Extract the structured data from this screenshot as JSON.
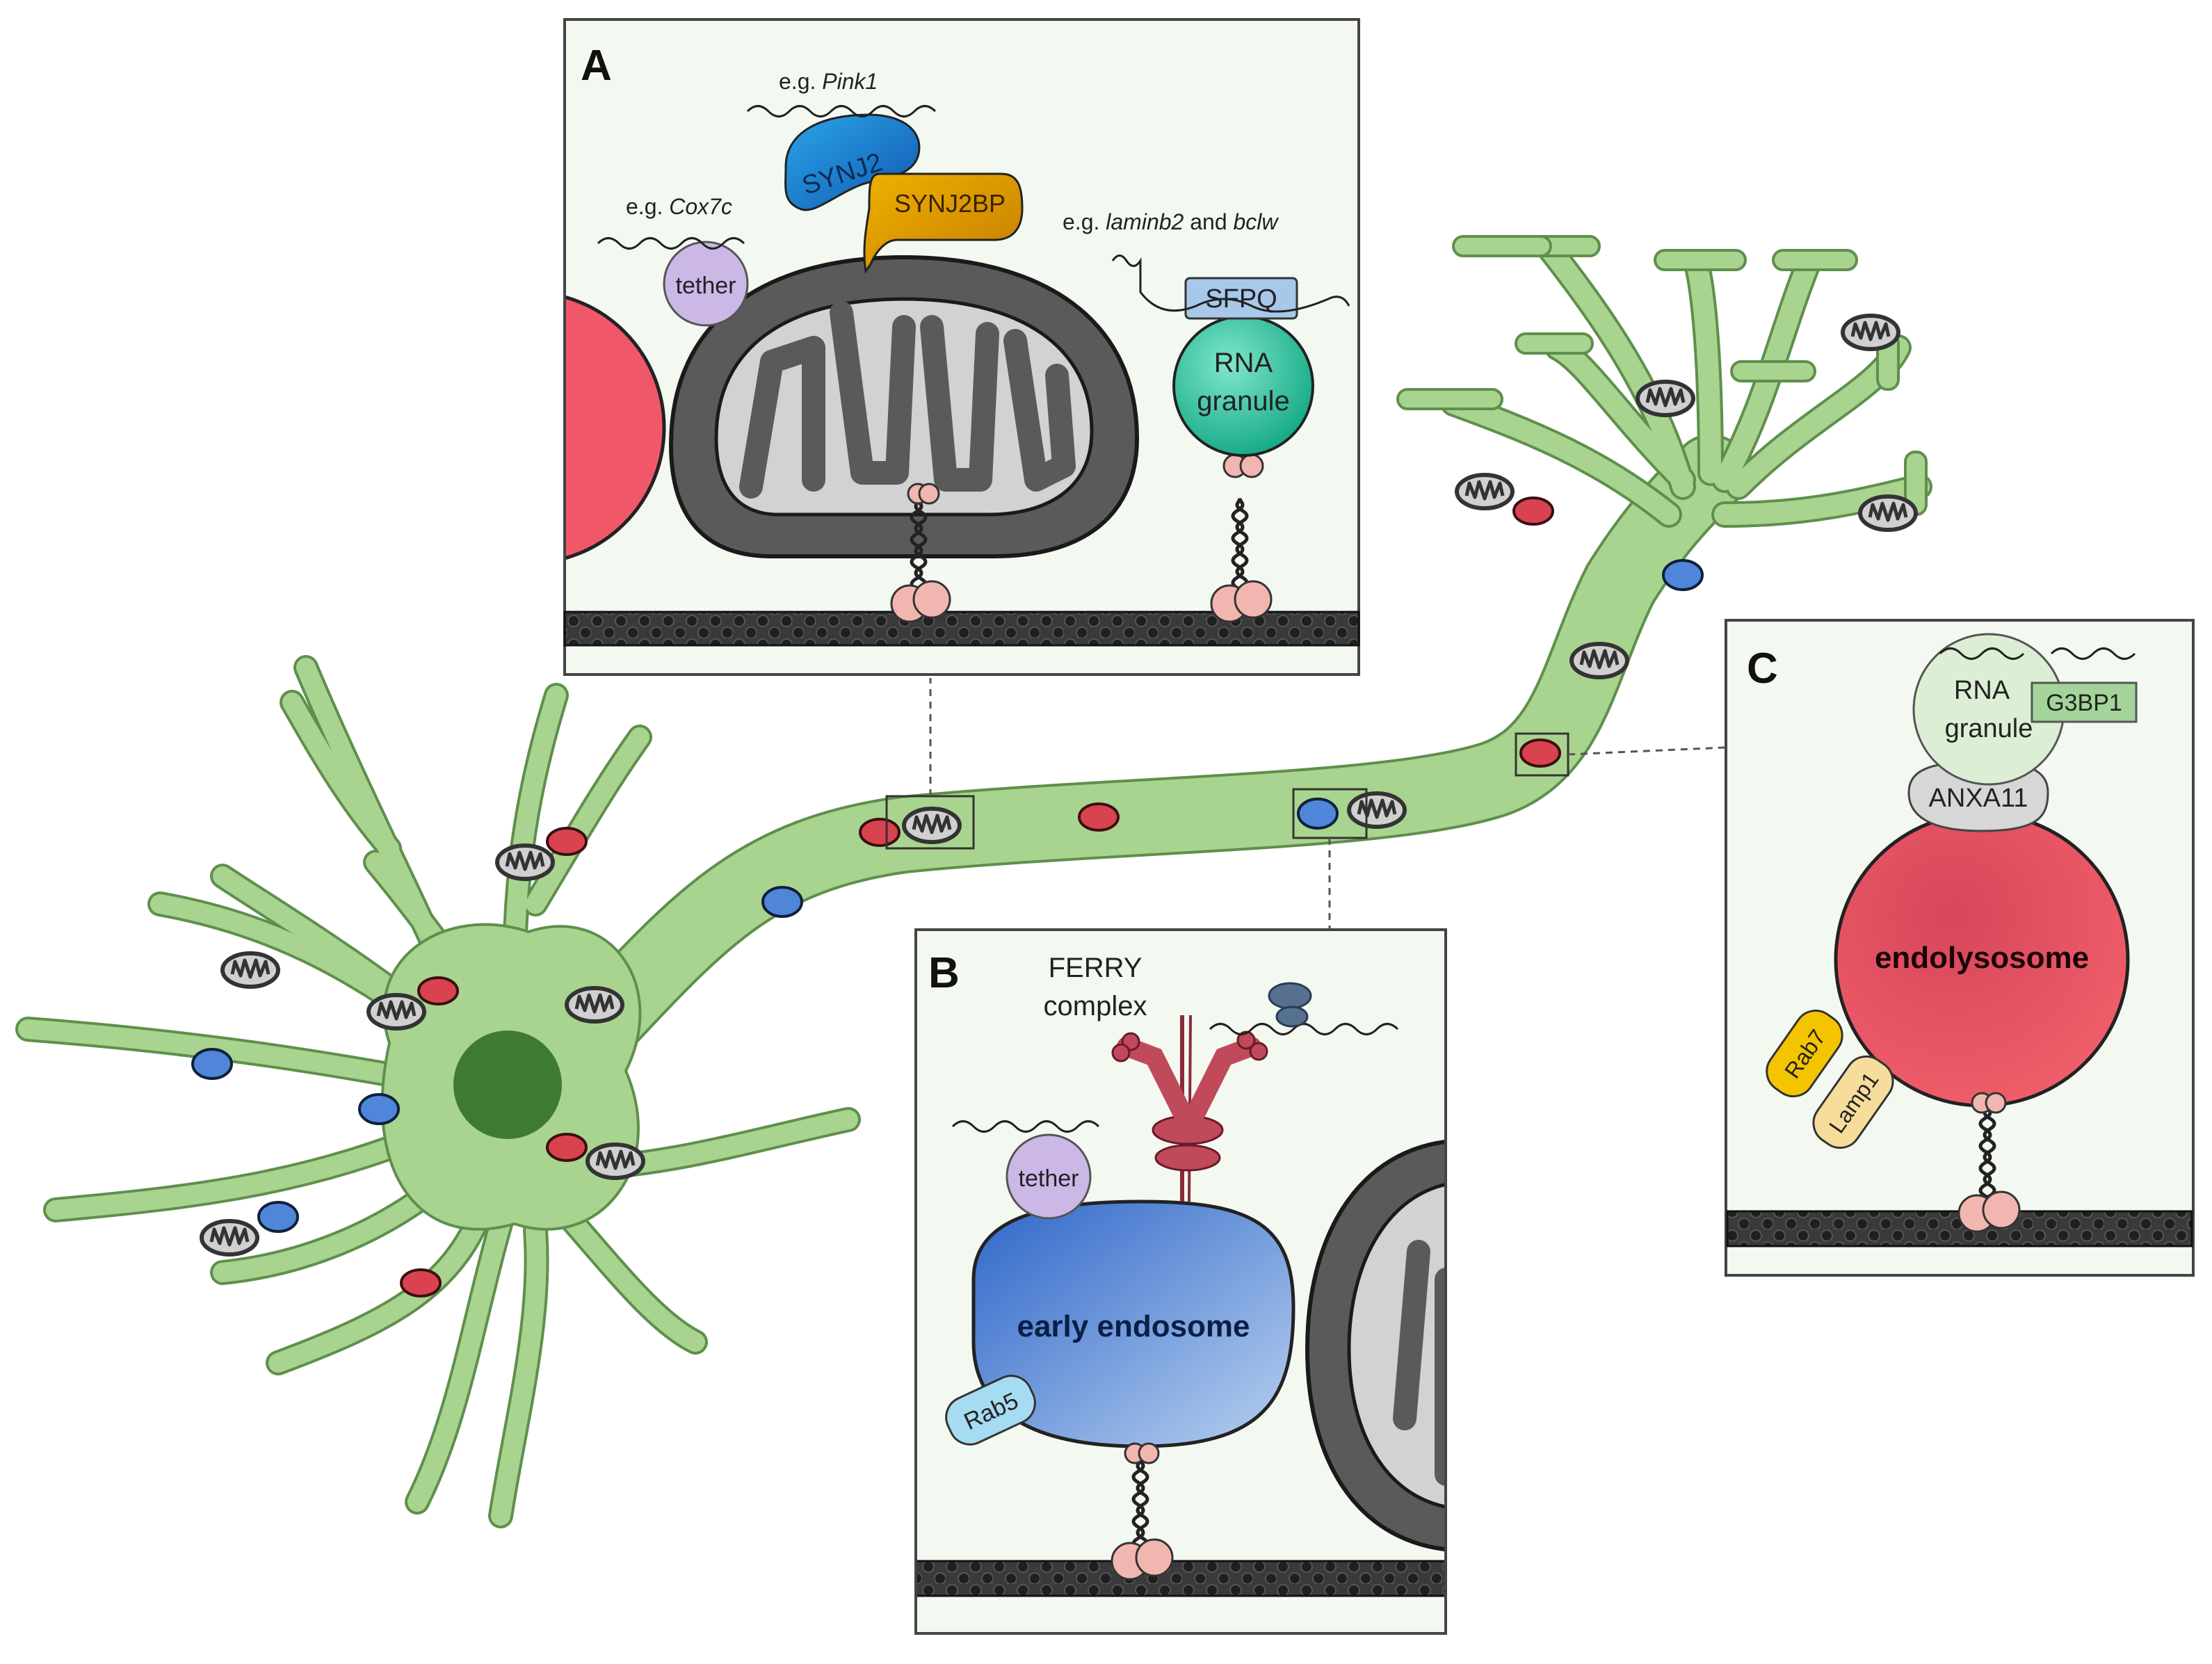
{
  "panels": {
    "a": {
      "letter": "A",
      "eg_pink1_prefix": "e.g. ",
      "eg_pink1_gene": "Pink1",
      "eg_cox7c_prefix": "e.g. ",
      "eg_cox7c_gene": "Cox7c",
      "eg_laminb2_prefix": "e.g. ",
      "eg_laminb2_gene1": "laminb2",
      "eg_laminb2_and": " and ",
      "eg_laminb2_gene2": "bclw",
      "synj2": "SYNJ2",
      "synj2bp": "SYNJ2BP",
      "tether": "tether",
      "sfpq": "SFPQ",
      "rna_granule_line1": "RNA",
      "rna_granule_line2": "granule"
    },
    "b": {
      "letter": "B",
      "ferry_line1": "FERRY",
      "ferry_line2": "complex",
      "tether": "tether",
      "early_endosome": "early endosome",
      "rab5": "Rab5"
    },
    "c": {
      "letter": "C",
      "rna_granule_line1": "RNA",
      "rna_granule_line2": "granule",
      "g3bp1": "G3BP1",
      "anxa11": "ANXA11",
      "endolysosome": "endolysosome",
      "rab7": "Rab7",
      "lamp1": "Lamp1"
    }
  },
  "colors": {
    "neuron_fill": "#a9d48f",
    "neuron_stroke": "#5f8f4c",
    "nucleus": "#3f7a34",
    "panel_bg": "#f3f8f1",
    "mito_outer": "#5a5a5a",
    "mito_inner": "#d2d2d2",
    "lysosome_red": "#e8505c",
    "endosome_blue": "#5b8fd6",
    "rna_granule_teal": "#2ec4a2",
    "synj2_blue": "#1f80d6",
    "synj2bp_orange": "#e0a000",
    "sfpq_blue": "#a8c8ea",
    "tether_purple": "#cbb8e6",
    "ferry_red": "#c04a5a",
    "rab5_cyan": "#a6dcf2",
    "rab7_yellow": "#f5c400",
    "lamp1_cream": "#f7dd9b",
    "g3bp1_green": "#a4d49a",
    "anxa11_grey": "#d7d7d7",
    "motor_pink": "#f2b6b0",
    "microtubule": "#333333"
  }
}
